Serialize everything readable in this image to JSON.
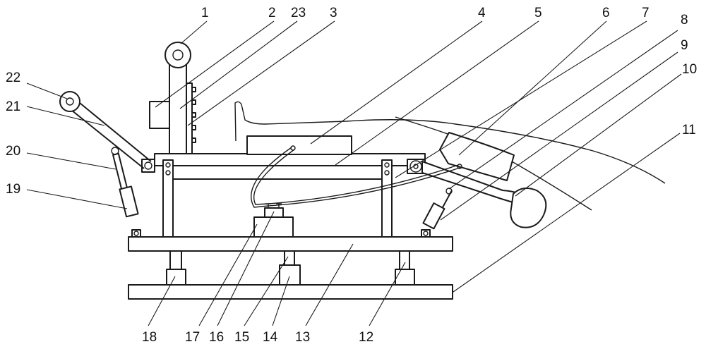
{
  "labels": {
    "l1": "1",
    "l2": "2",
    "l23": "23",
    "l3": "3",
    "l4": "4",
    "l5": "5",
    "l6": "6",
    "l7": "7",
    "l8": "8",
    "l9": "9",
    "l10": "10",
    "l11": "11",
    "l22": "22",
    "l21": "21",
    "l20": "20",
    "l19": "19",
    "l18": "18",
    "l17": "17",
    "l16": "16",
    "l15": "15",
    "l14": "14",
    "l13": "13",
    "l12": "12"
  }
}
